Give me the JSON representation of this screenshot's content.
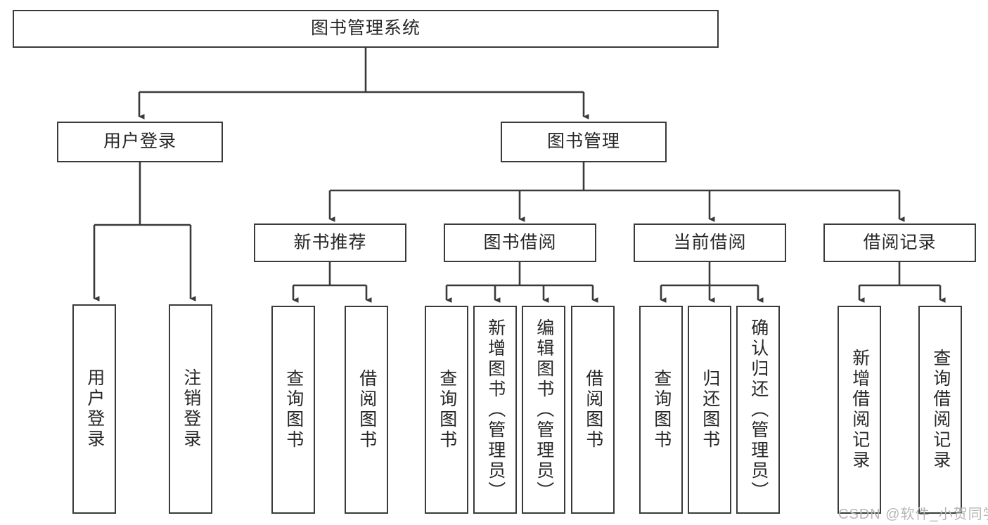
{
  "diagram": {
    "type": "tree-hierarchy-chart",
    "title": "图书管理系统",
    "stroke_color": "#3a3a3a",
    "text_color": "#262626",
    "background_color": "#ffffff",
    "watermark": "CSDN @软件_小贺同学",
    "levels": {
      "root": {
        "label": "图书管理系统"
      },
      "level2": [
        {
          "id": "user-login",
          "label": "用户登录"
        },
        {
          "id": "book-management",
          "label": "图书管理"
        }
      ],
      "level3": [
        {
          "id": "new-book-recommend",
          "label": "新书推荐",
          "parent": "book-management"
        },
        {
          "id": "book-borrow",
          "label": "图书借阅",
          "parent": "book-management"
        },
        {
          "id": "current-borrow",
          "label": "当前借阅",
          "parent": "book-management"
        },
        {
          "id": "borrow-record",
          "label": "借阅记录",
          "parent": "book-management"
        }
      ],
      "leaves": [
        {
          "id": "leaf-user-login",
          "label": "用户登录",
          "parent": "user-login"
        },
        {
          "id": "leaf-logout-login",
          "label": "注销登录",
          "parent": "user-login"
        },
        {
          "id": "leaf-query-book-1",
          "label": "查询图书",
          "parent": "new-book-recommend"
        },
        {
          "id": "leaf-borrow-book-1",
          "label": "借阅图书",
          "parent": "new-book-recommend"
        },
        {
          "id": "leaf-query-book-2",
          "label": "查询图书",
          "parent": "book-borrow"
        },
        {
          "id": "leaf-add-book",
          "label": "新增图书（管理员）",
          "parent": "book-borrow"
        },
        {
          "id": "leaf-edit-book",
          "label": "编辑图书（管理员）",
          "parent": "book-borrow"
        },
        {
          "id": "leaf-borrow-book-2",
          "label": "借阅图书",
          "parent": "book-borrow"
        },
        {
          "id": "leaf-query-book-3",
          "label": "查询图书",
          "parent": "current-borrow"
        },
        {
          "id": "leaf-return-book",
          "label": "归还图书",
          "parent": "current-borrow"
        },
        {
          "id": "leaf-confirm-return",
          "label": "确认归还（管理员）",
          "parent": "current-borrow"
        },
        {
          "id": "leaf-add-record",
          "label": "新增借阅记录",
          "parent": "borrow-record"
        },
        {
          "id": "leaf-query-record",
          "label": "查询借阅记录",
          "parent": "borrow-record"
        }
      ]
    }
  }
}
